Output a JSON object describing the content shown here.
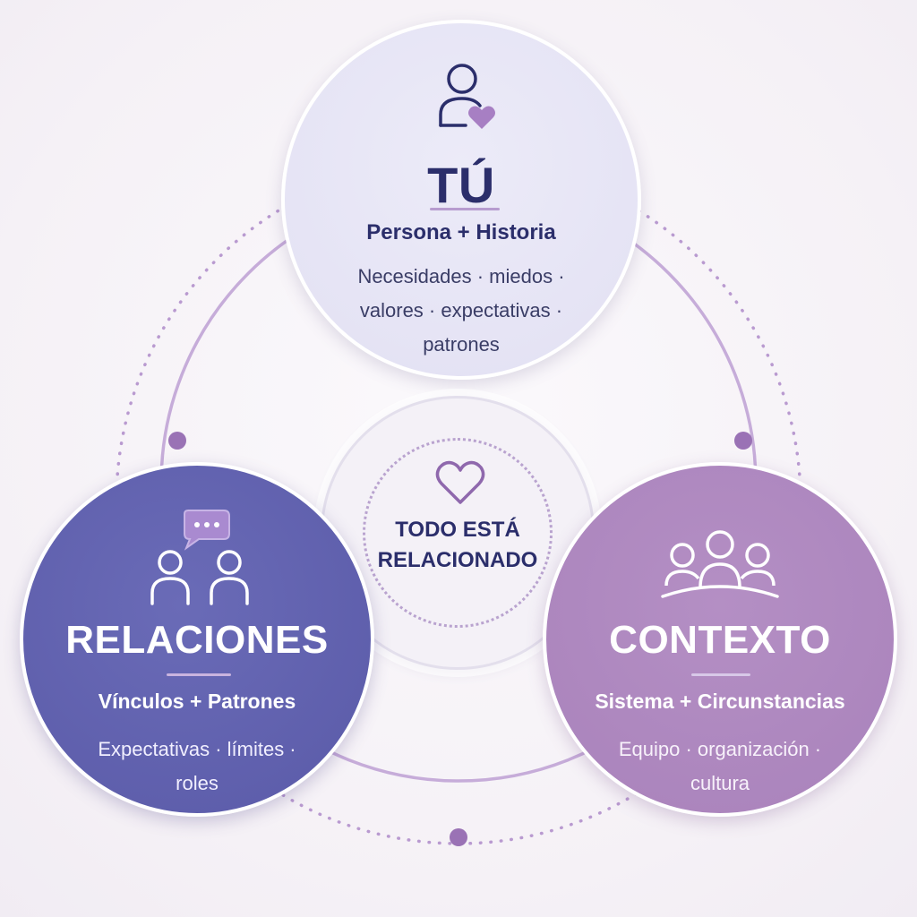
{
  "diagram": {
    "colors": {
      "background": "#f5f1f6",
      "navy": "#2b2e6b",
      "lavender": "#e2e0f3",
      "indigo": "#5a5aa8",
      "mauve": "#a982bb",
      "accent": "#9b79b8"
    },
    "center": {
      "icon": "heart-icon",
      "label_line1": "TODO ESTÁ",
      "label_line2": "RELACIONADO"
    },
    "nodes": {
      "tu": {
        "icon": "person-heart-icon",
        "title": "TÚ",
        "subtitle": "Persona + Historia",
        "desc_line1": "Necesidades · miedos ·",
        "desc_line2": "valores · expectativas ·",
        "desc_line3": "patrones"
      },
      "relaciones": {
        "icon": "two-people-chat-icon",
        "title": "RELACIONES",
        "subtitle": "Vínculos + Patrones",
        "desc_line1": "Expectativas · límites ·",
        "desc_line2": "roles"
      },
      "contexto": {
        "icon": "group-icon",
        "title": "CONTEXTO",
        "subtitle": "Sistema + Circunstancias",
        "desc_line1": "Equipo · organización ·",
        "desc_line2": "cultura"
      }
    }
  }
}
